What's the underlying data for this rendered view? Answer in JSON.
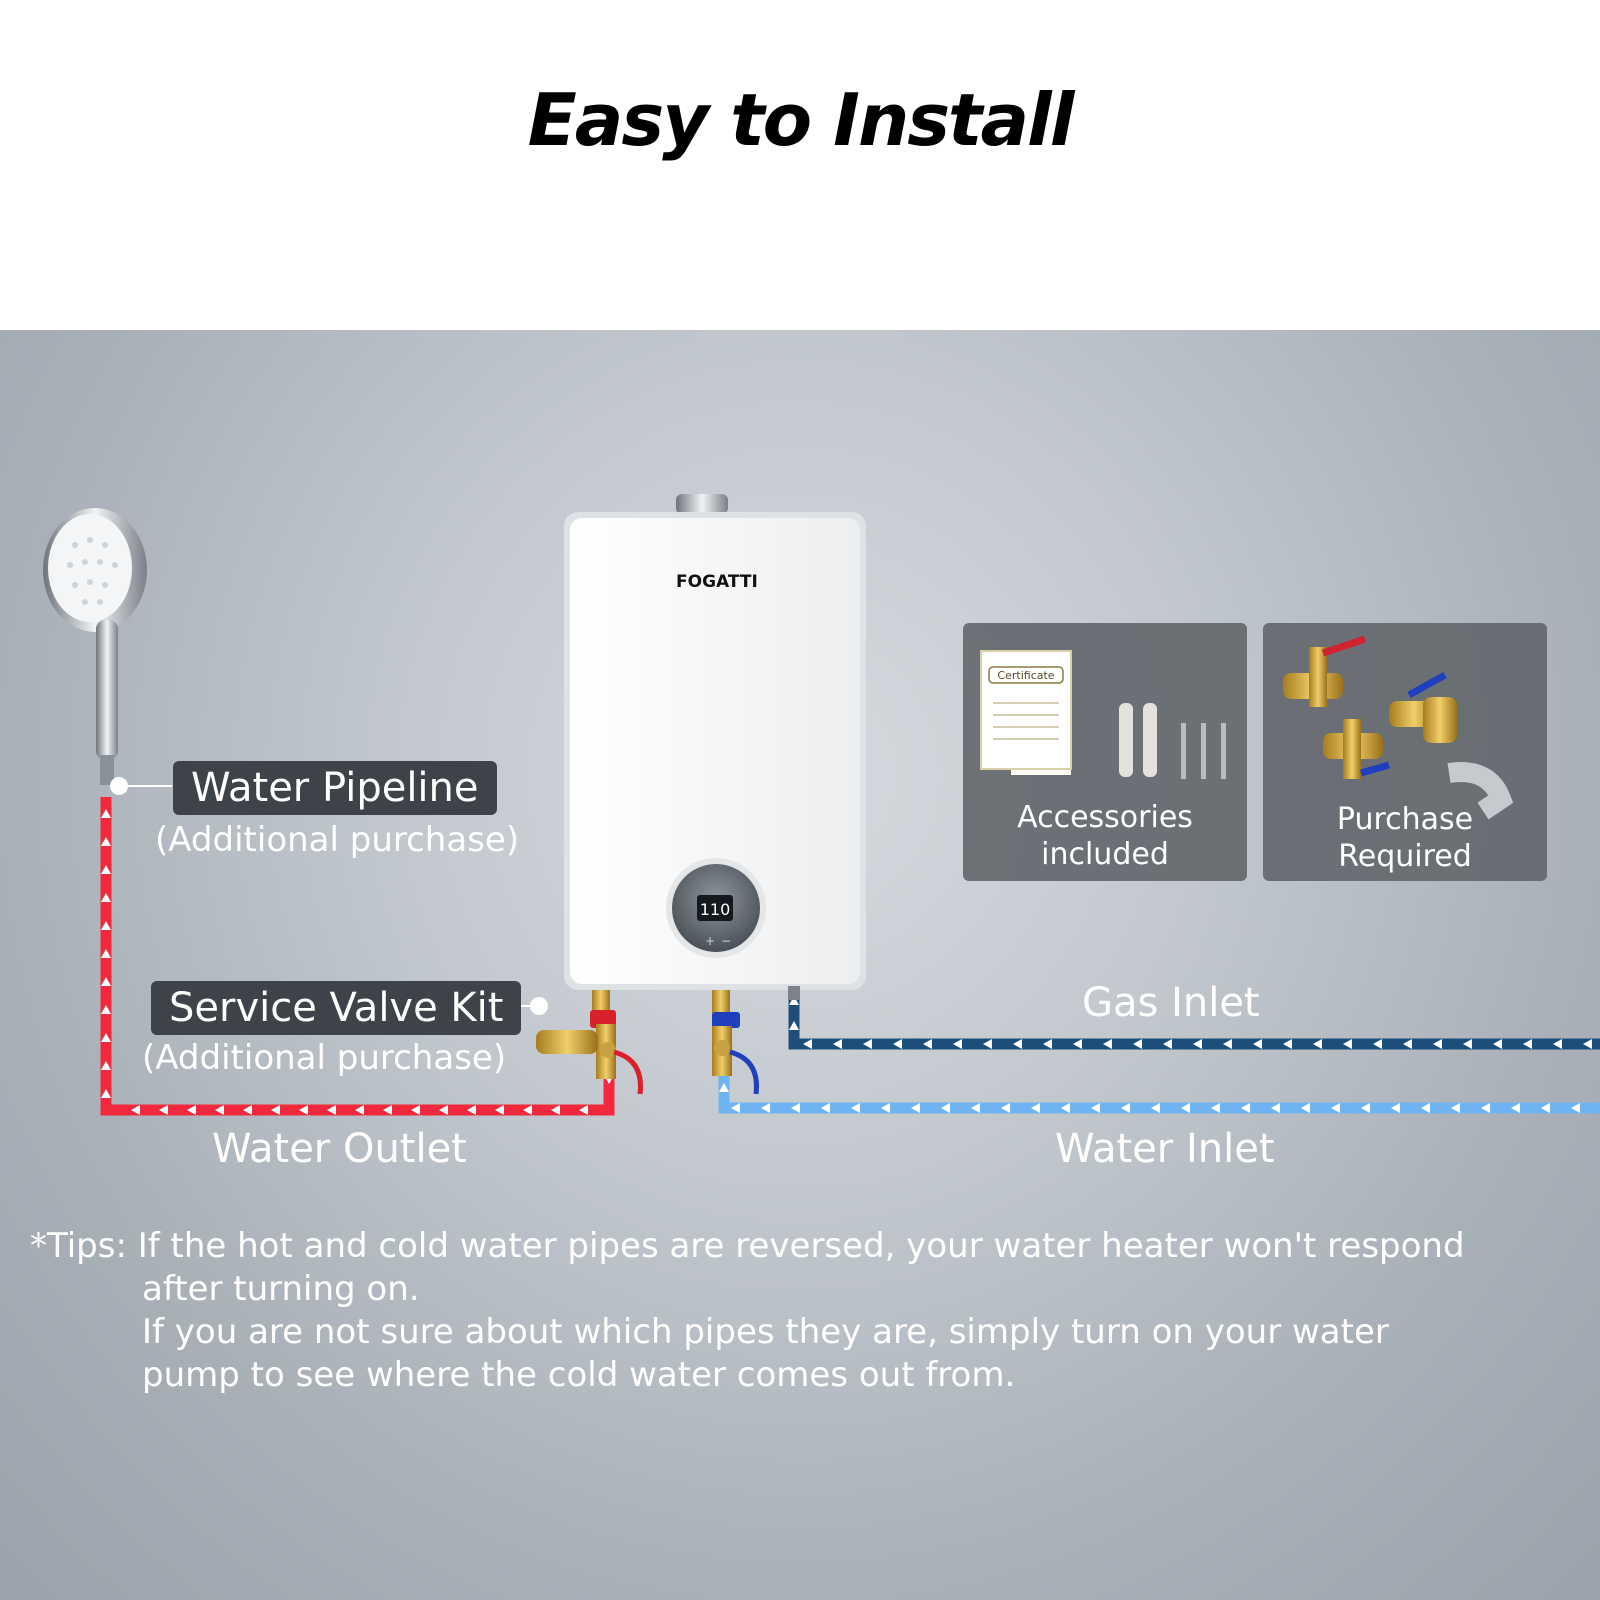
{
  "title": "Easy to Install",
  "heater": {
    "brand": "FOGATTI",
    "display": "110"
  },
  "labels": {
    "water_pipeline": "Water Pipeline",
    "water_pipeline_note": "(Additional purchase)",
    "service_valve_kit": "Service Valve Kit",
    "service_valve_note": "(Additional purchase)",
    "water_outlet": "Water Outlet",
    "gas_inlet": "Gas Inlet",
    "water_inlet": "Water Inlet"
  },
  "cards": {
    "accessories": {
      "line1": "Accessories",
      "line2": "included",
      "cert_title": "Certificate"
    },
    "purchase": {
      "line1": "Purchase",
      "line2": "Required"
    }
  },
  "tips": {
    "line1": "*Tips: If the hot and cold water pipes are reversed, your water heater won't respond",
    "line2": "after turning on.",
    "line3": "If you are not sure about which pipes they are, simply turn on your water",
    "line4": "pump to see where the cold water comes out from."
  },
  "colors": {
    "hot_pipe": "#f2283c",
    "gas_pipe": "#1d4e79",
    "cold_pipe": "#6fb4f2",
    "label_bg": "#3e434a"
  }
}
